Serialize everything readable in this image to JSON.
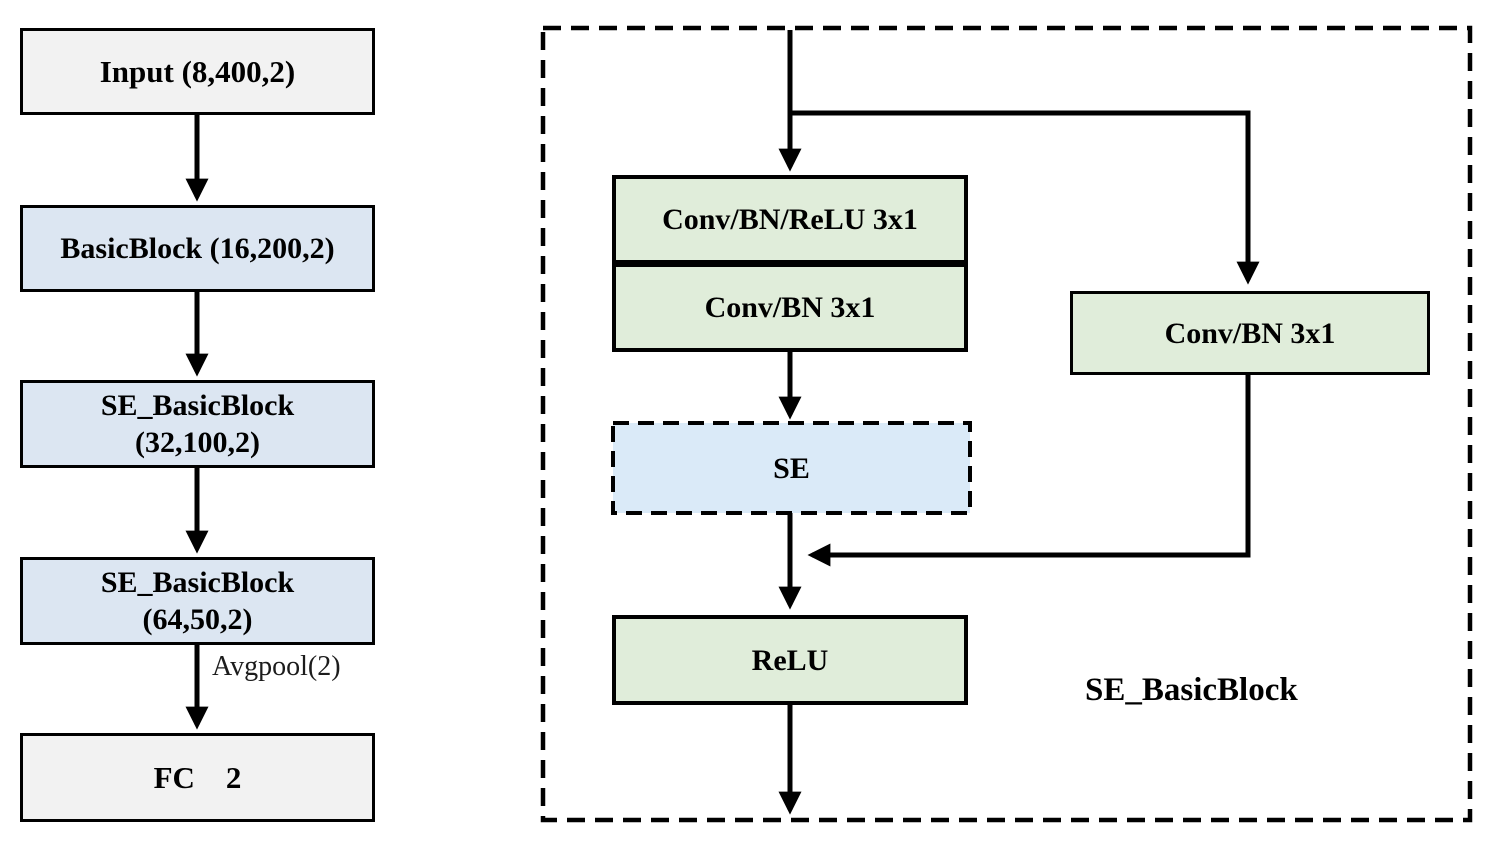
{
  "diagram": {
    "left_flow": {
      "nodes": [
        {
          "id": "input",
          "label": "Input (8,400,2)"
        },
        {
          "id": "basicblock",
          "label": "BasicBlock (16,200,2)"
        },
        {
          "id": "se_basicblock_1",
          "label": "SE_BasicBlock",
          "sublabel": "(32,100,2)"
        },
        {
          "id": "se_basicblock_2",
          "label": "SE_BasicBlock",
          "sublabel": "(64,50,2)"
        },
        {
          "id": "fc",
          "label": "FC    2"
        }
      ],
      "edge_labels": {
        "avgpool": "Avgpool(2)"
      }
    },
    "detail_block": {
      "label": "SE_BasicBlock",
      "nodes": {
        "conv_bn_relu": {
          "label": "Conv/BN/ReLU 3x1"
        },
        "conv_bn": {
          "label": "Conv/BN 3x1"
        },
        "shortcut_conv_bn": {
          "label": "Conv/BN 3x1"
        },
        "se": {
          "label": "SE"
        },
        "relu": {
          "label": "ReLU"
        }
      }
    },
    "colors": {
      "io_fill": "#f2f2f2",
      "block_fill": "#dce6f2",
      "conv_fill": "#e0edda",
      "se_fill": "#daeaf8",
      "line": "#000000",
      "background": "#ffffff"
    }
  }
}
